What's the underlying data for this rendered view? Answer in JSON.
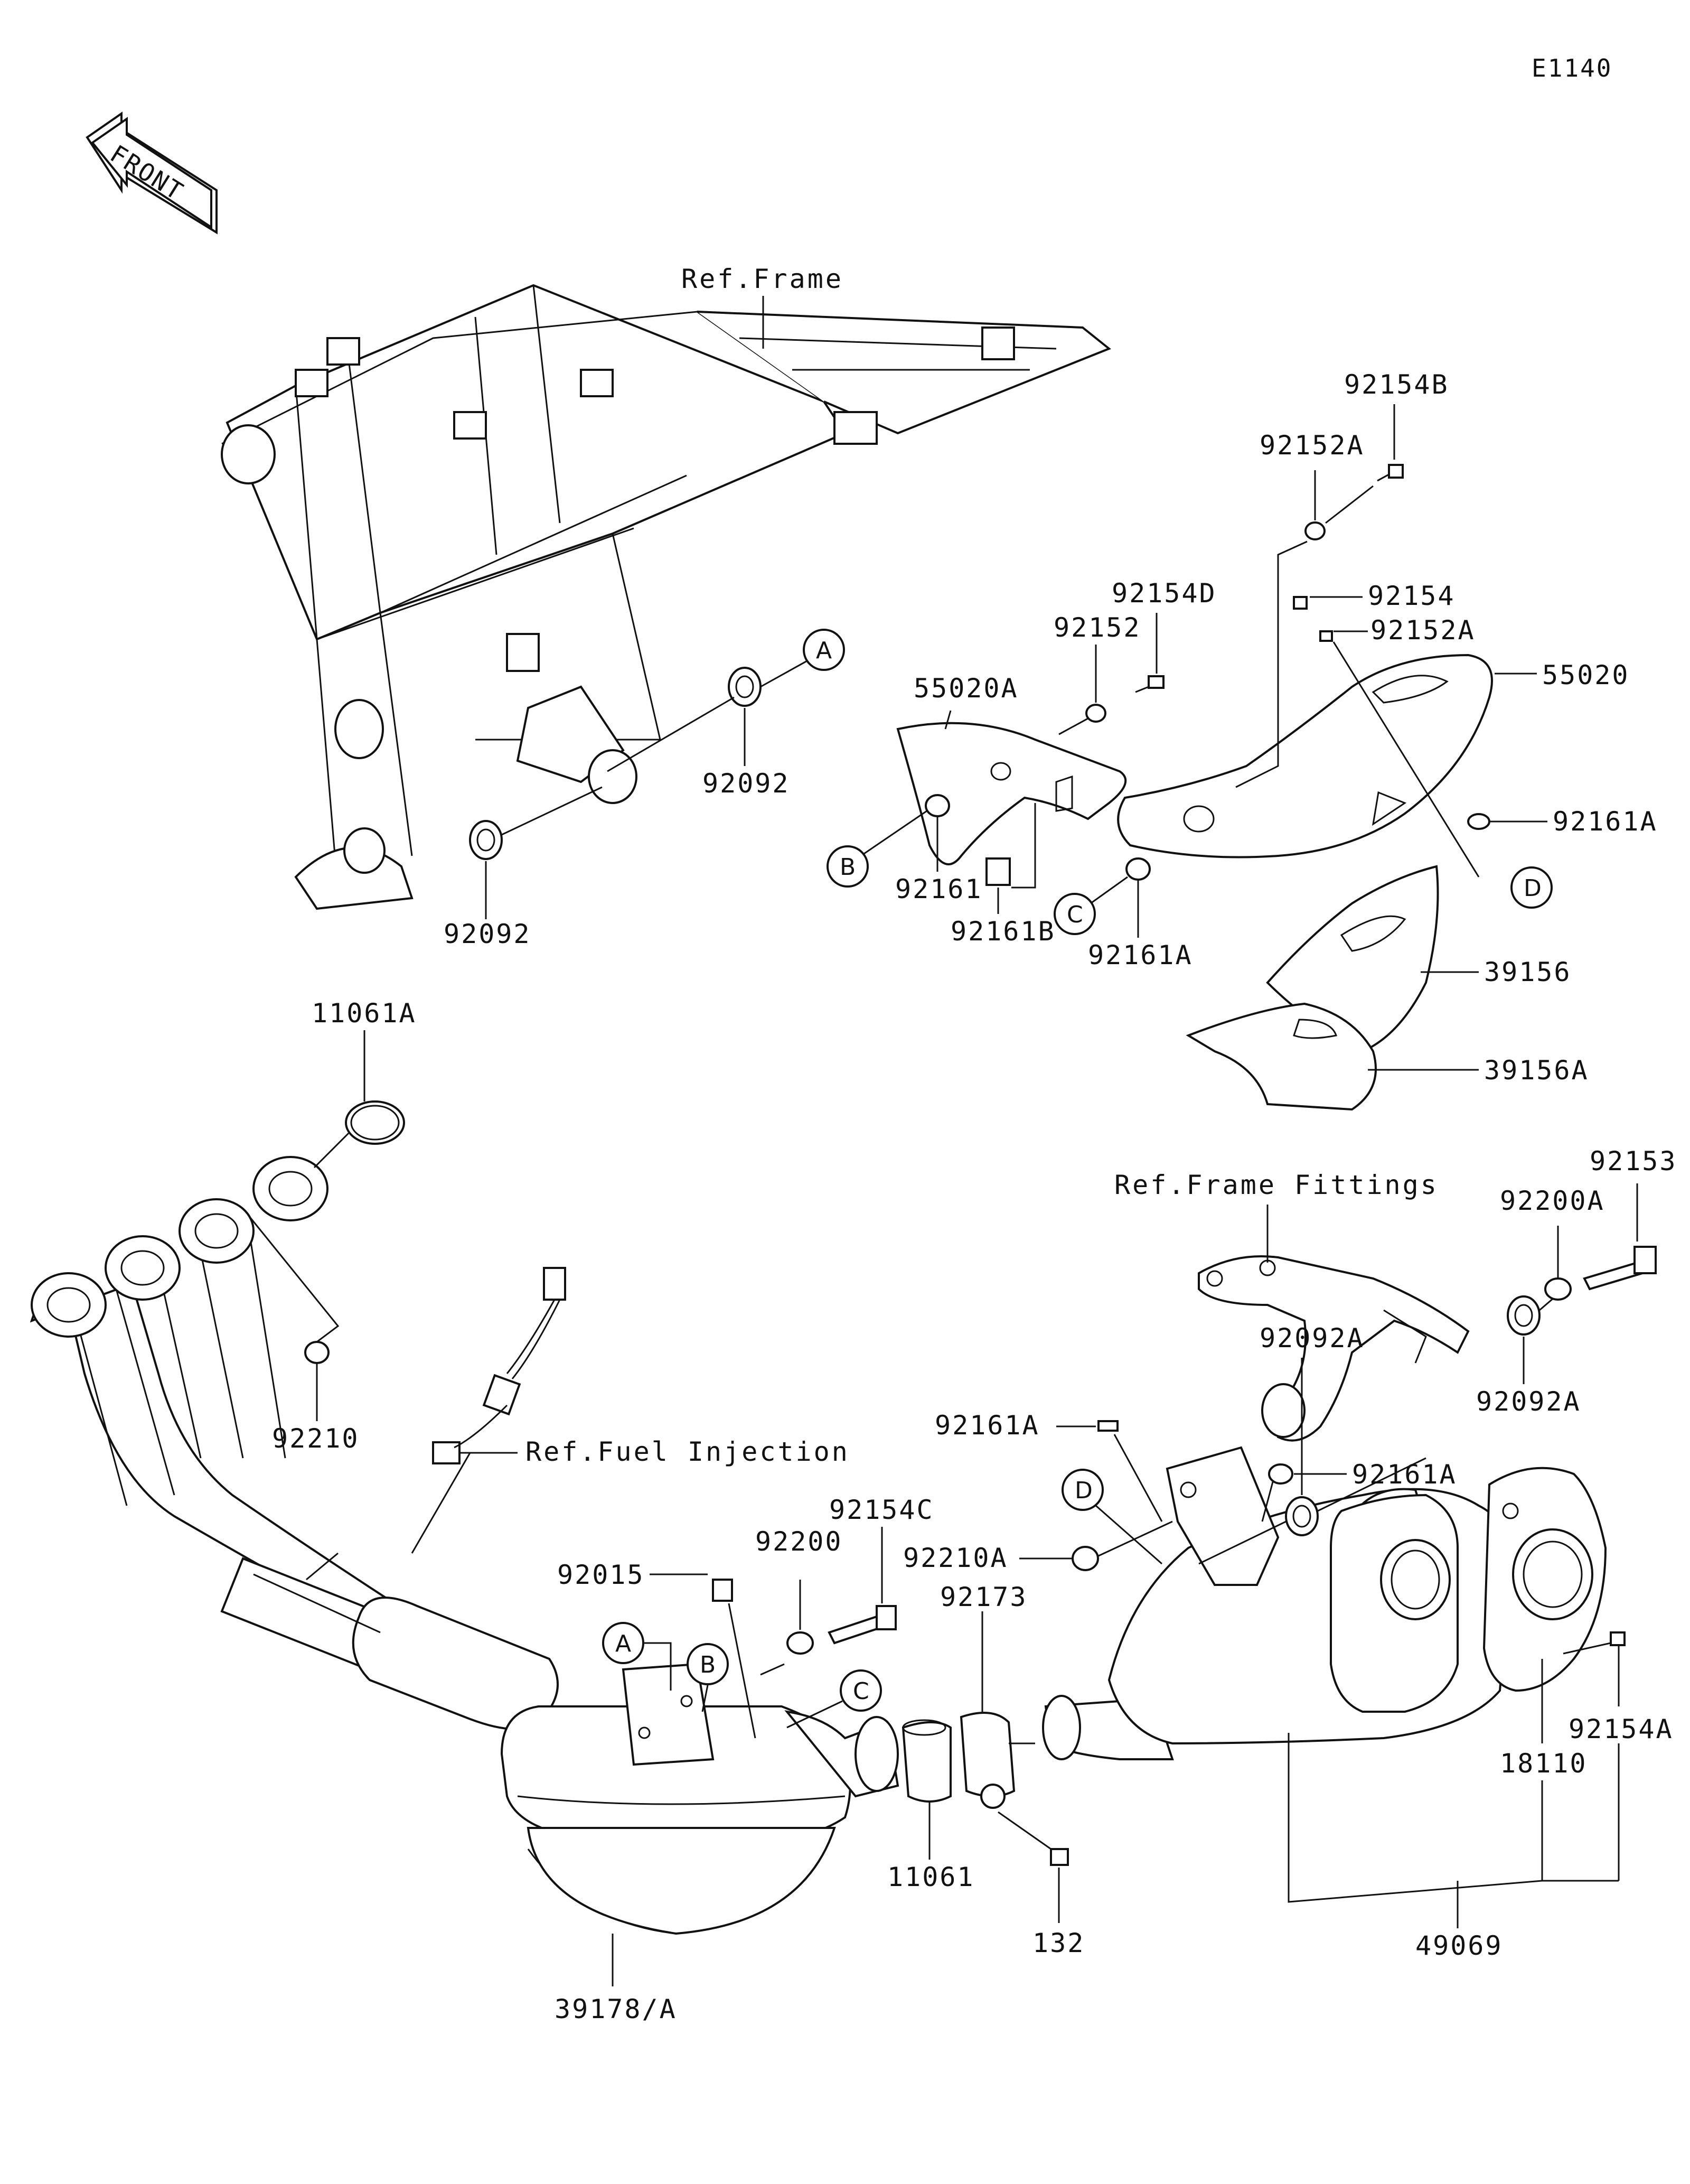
{
  "diagram_code": "E1140",
  "front_arrow_text": "FRONT",
  "references": {
    "frame": "Ref.Frame",
    "frame_fittings": "Ref.Frame Fittings",
    "fuel_injection": "Ref.Fuel Injection"
  },
  "callouts": {
    "A": "A",
    "B": "B",
    "C": "C",
    "D": "D"
  },
  "parts": {
    "p92154B": "92154B",
    "p92152A_top": "92152A",
    "p92154D": "92154D",
    "p92152": "92152",
    "p92154": "92154",
    "p92152A": "92152A",
    "p55020A": "55020A",
    "p55020": "55020",
    "p92161A_right": "92161A",
    "p92092_a": "92092",
    "p92092_b": "92092",
    "p92161": "92161",
    "p92161B": "92161B",
    "p92161A_mid": "92161A",
    "p39156": "39156",
    "p39156A": "39156A",
    "p11061A": "11061A",
    "p92210": "92210",
    "p92153": "92153",
    "p92200A": "92200A",
    "p92092A_a": "92092A",
    "p92092A_b": "92092A",
    "p92161A_low": "92161A",
    "p92161A_low2": "92161A",
    "p92210A": "92210A",
    "p92154C": "92154C",
    "p92015": "92015",
    "p92200": "92200",
    "p92173": "92173",
    "p11061": "11061",
    "p132": "132",
    "p92154A": "92154A",
    "p18110": "18110",
    "p49069": "49069",
    "p39178A": "39178/A"
  }
}
